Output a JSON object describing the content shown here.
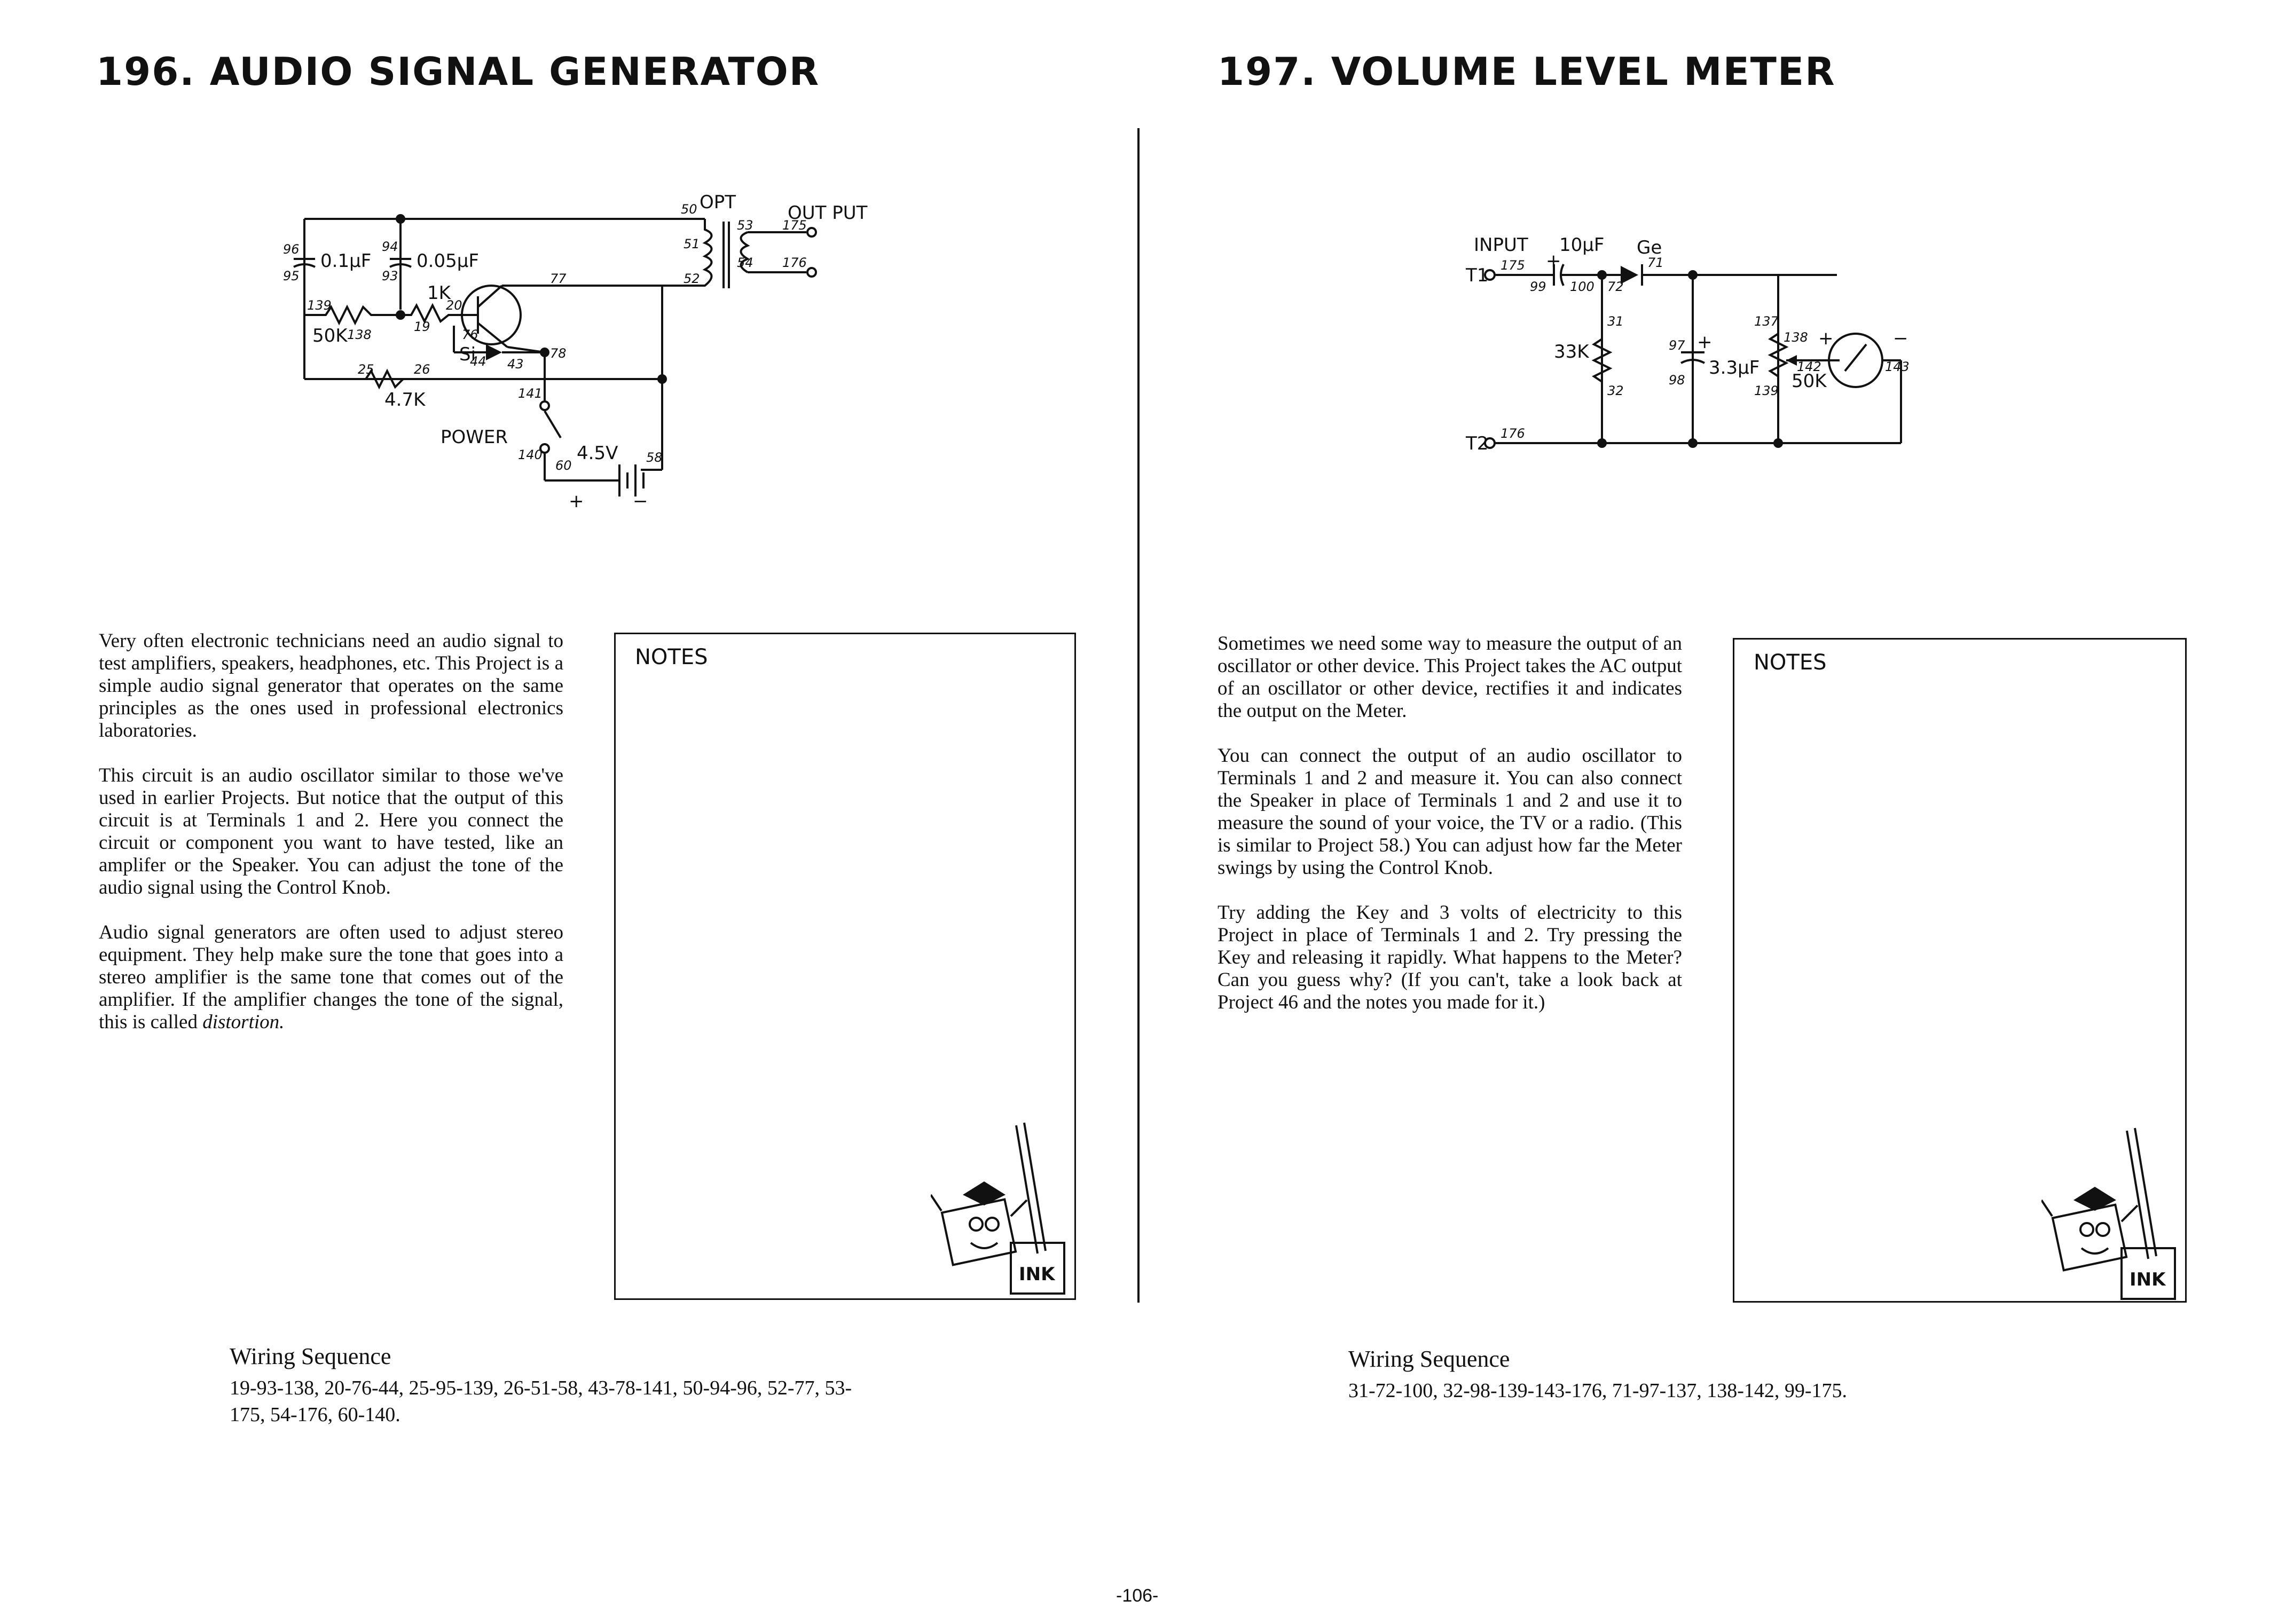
{
  "left": {
    "title": "196. AUDIO SIGNAL GENERATOR",
    "paragraphs": [
      "Very often electronic technicians need an audio signal to test amplifiers, speakers, headphones, etc. This Project is a simple audio signal generator that operates on the same principles as the ones used in professional electronics laboratories.",
      "This circuit is an audio oscillator similar to those we've used in earlier Projects. But notice that the output of this circuit is at Terminals 1 and 2. Here you connect the circuit or component you want to have tested, like an amplifer or the Speaker. You can adjust the tone of the audio signal using the Control Knob.",
      "Audio signal generators are often used to adjust stereo equipment. They help make sure the tone that goes into a stereo amplifier is the same tone that comes out of the amplifier. If the amplifier changes the tone of the signal, this is called"
    ],
    "last_word": "distortion.",
    "notes_label": "NOTES",
    "wiring_heading": "Wiring Sequence",
    "wiring_line1": "19-93-138, 20-76-44, 25-95-139, 26-51-58, 43-78-141, 50-94-96, 52-77, 53-",
    "wiring_line2": "175, 54-176, 60-140.",
    "schematic": {
      "c1": "0.1µF",
      "c2": "0.05µF",
      "r1k": "1K",
      "r50k": "50K",
      "r47k": "4.7K",
      "si": "Si",
      "power": "POWER",
      "battery": "4.5V",
      "opt": "OPT",
      "output": "OUT PUT",
      "plus": "+",
      "minus": "−",
      "n96": "96",
      "n95": "95",
      "n94": "94",
      "n93": "93",
      "n139": "139",
      "n138": "138",
      "n19": "19",
      "n20": "20",
      "n77": "77",
      "n76": "76",
      "n78": "78",
      "n44": "44",
      "n43": "43",
      "n25": "25",
      "n26": "26",
      "n141": "141",
      "n140": "140",
      "n60": "60",
      "n58": "58",
      "n50": "50",
      "n51": "51",
      "n52": "52",
      "n53": "53",
      "n54": "54",
      "n175": "175",
      "n176": "176"
    }
  },
  "right": {
    "title": "197. VOLUME LEVEL METER",
    "paragraphs": [
      "Sometimes we need some way to measure the output of an oscillator or other device. This Project takes the AC output of an oscillator or other device, rectifies it and indicates the output on the Meter.",
      "You can connect the output of an audio oscillator to Terminals 1 and 2 and measure it. You can also connect the Speaker in place of Terminals 1 and 2 and use it to measure the sound of your voice, the TV or a radio. (This is similar to Project 58.) You can adjust how far the Meter swings by using the Control Knob.",
      "Try adding the Key and 3 volts of electricity to this Project in place of Terminals 1 and 2. Try pressing the Key and releasing it rapidly. What happens to the Meter? Can you guess why? (If you can't, take a look back at Project 46 and the notes you made for it.)"
    ],
    "notes_label": "NOTES",
    "wiring_heading": "Wiring Sequence",
    "wiring_line1": "31-72-100, 32-98-139-143-176, 71-97-137, 138-142, 99-175.",
    "schematic": {
      "input": "INPUT",
      "t1": "T1",
      "t2": "T2",
      "c10": "10µF",
      "ge": "Ge",
      "r33k": "33K",
      "c33": "3.3µF",
      "r50k": "50K",
      "plus": "+",
      "minus": "−",
      "n175a": "175",
      "n99": "99",
      "n100": "100",
      "n72": "72",
      "n71": "71",
      "n31": "31",
      "n32": "32",
      "n97": "97",
      "n98": "98",
      "n137": "137",
      "n138": "138",
      "n139": "139",
      "n142": "142",
      "n143": "143",
      "n176": "176"
    }
  },
  "page_number": "-106-",
  "mascot_label": "INK"
}
